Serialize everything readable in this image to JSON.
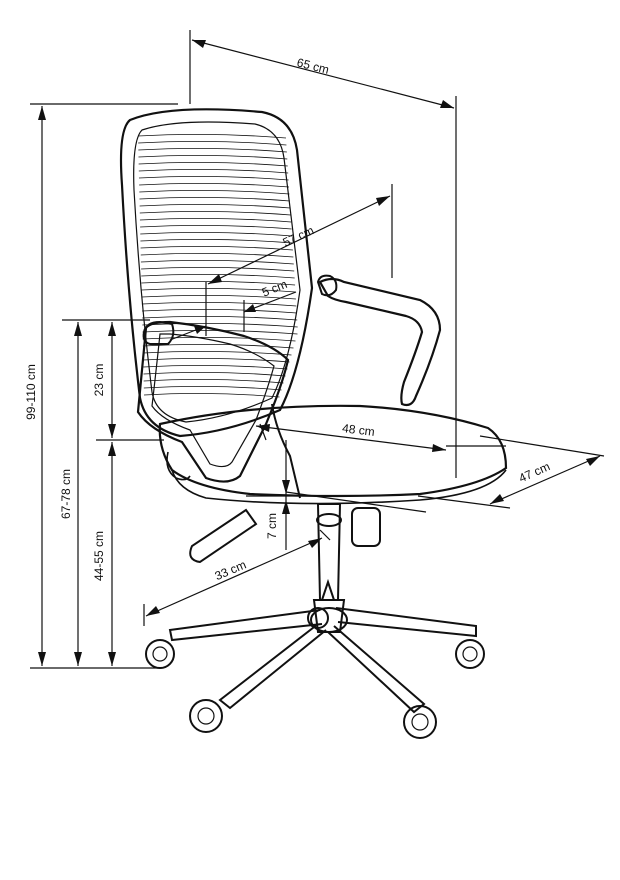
{
  "dimensions": {
    "depth_total": "65 cm",
    "height_total": "99-110 cm",
    "armrest_height": "67-78 cm",
    "seat_height": "44-55 cm",
    "armrest_above_seat": "23 cm",
    "backrest_height": "57 cm",
    "backrest_offset": "5 cm",
    "seat_width": "48 cm",
    "seat_depth": "47 cm",
    "seat_thickness": "7 cm",
    "base_radius": "33 cm"
  },
  "colors": {
    "ink": "#111111",
    "background": "#ffffff"
  }
}
